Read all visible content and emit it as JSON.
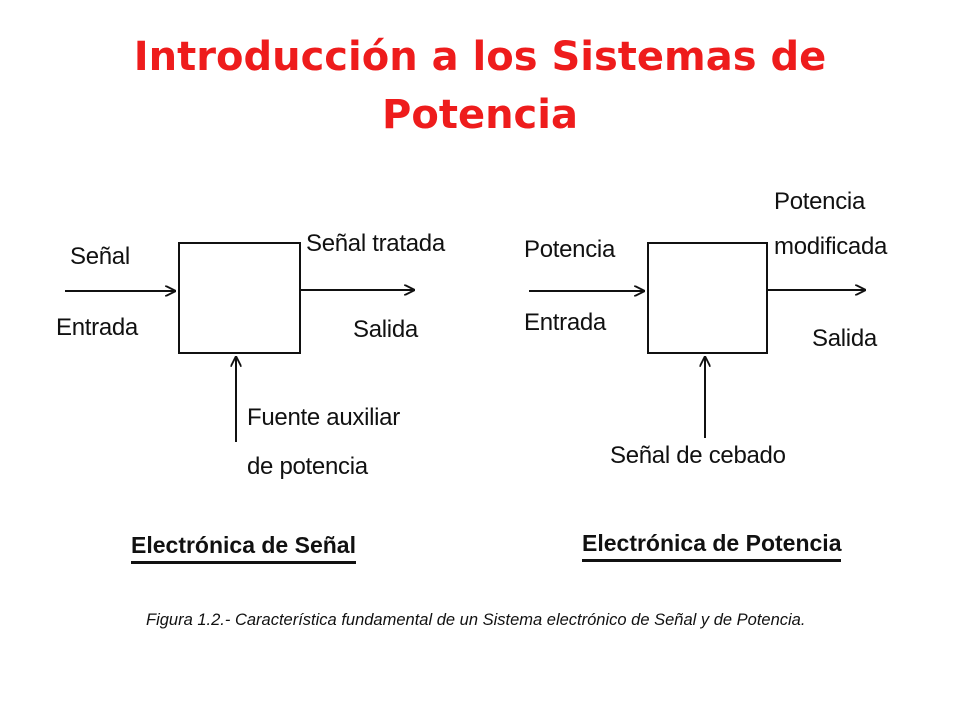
{
  "title": {
    "line1": "Introducción a los Sistemas de",
    "line2": "Potencia"
  },
  "diagram_left": {
    "input_top": "Señal",
    "input_bottom": "Entrada",
    "output_top": "Señal tratada",
    "output_bottom": "Salida",
    "aux_line1": "Fuente auxiliar",
    "aux_line2": "de potencia",
    "heading": "Electrónica de Señal"
  },
  "diagram_right": {
    "input_top": "Potencia",
    "input_bottom": "Entrada",
    "output_top_line1": "Potencia",
    "output_top_line2": "modificada",
    "output_bottom": "Salida",
    "control": "Señal de cebado",
    "heading": "Electrónica de Potencia"
  },
  "caption": "Figura 1.2.- Característica fundamental de un Sistema electrónico de Señal y de Potencia.",
  "colors": {
    "title": "#ee1c1c",
    "diagram": "#111111"
  }
}
